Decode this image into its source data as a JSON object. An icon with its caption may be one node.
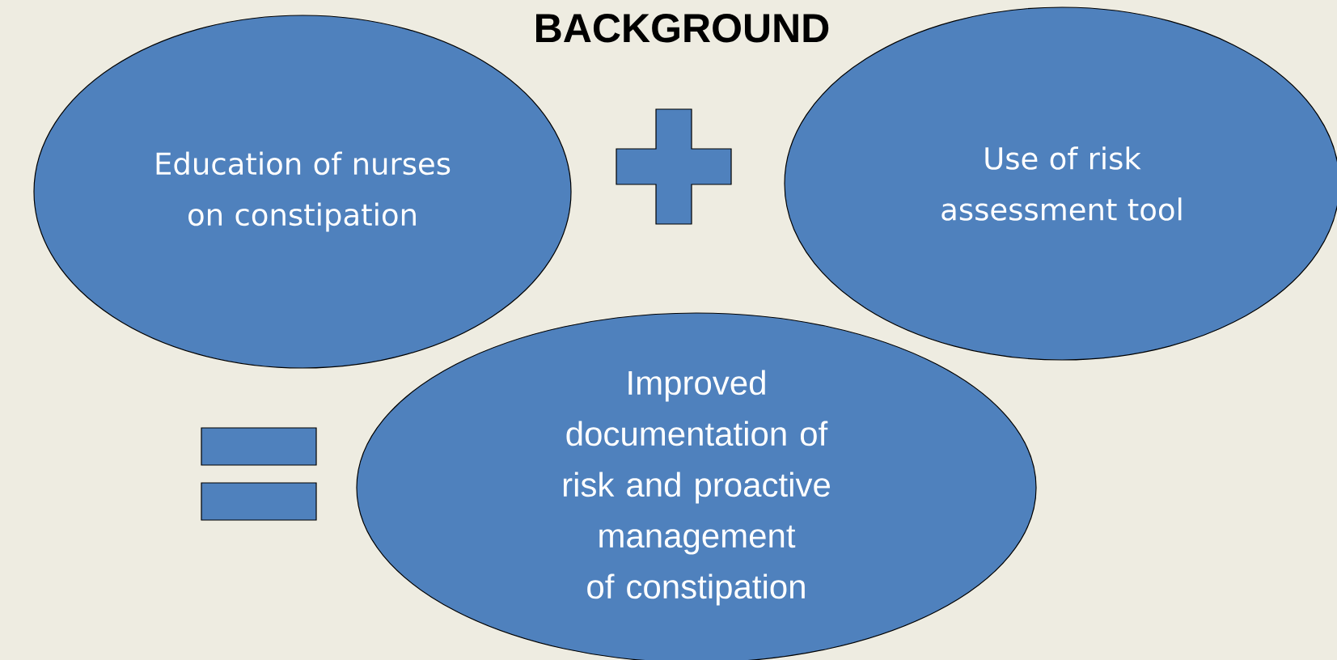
{
  "diagram": {
    "title": "BACKGROUND",
    "nodes": [
      {
        "text": [
          "Education of nurses on constipation"
        ]
      },
      {
        "text": [],
        "shape": "plus"
      },
      {
        "text": [
          "Use of risk assessment tool"
        ]
      },
      {
        "text": [],
        "shape": "equals"
      },
      {
        "text": [
          "Improved documentation of risk and proactive management of constipation"
        ]
      }
    ]
  }
}
